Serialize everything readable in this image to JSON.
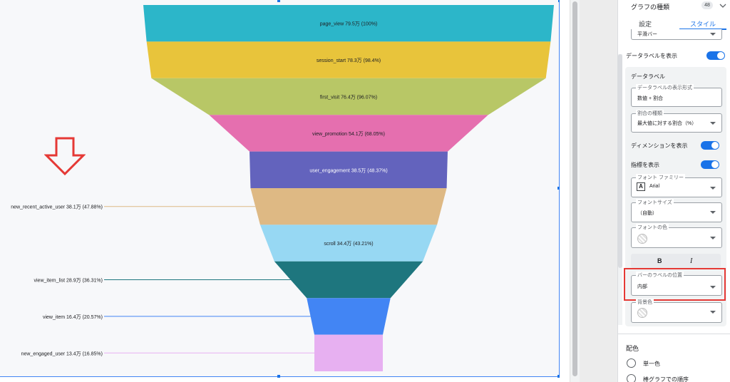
{
  "chart_data": {
    "type": "funnel",
    "steps": [
      {
        "name": "page_view",
        "value_label": "79.5万",
        "percent_label": "(100%)",
        "value": 795000,
        "percent": 100,
        "color": "#2cb6c9",
        "label_pos": "inside"
      },
      {
        "name": "session_start",
        "value_label": "78.3万",
        "percent_label": "(98.4%)",
        "value": 783000,
        "percent": 98.4,
        "color": "#e8c43b",
        "label_pos": "inside"
      },
      {
        "name": "first_visit",
        "value_label": "76.4万",
        "percent_label": "(96.07%)",
        "value": 764000,
        "percent": 96.07,
        "color": "#b8c766",
        "label_pos": "inside"
      },
      {
        "name": "view_promotion",
        "value_label": "54.1万",
        "percent_label": "(68.05%)",
        "value": 541000,
        "percent": 68.05,
        "color": "#e56faf",
        "label_pos": "inside"
      },
      {
        "name": "user_engagement",
        "value_label": "38.5万",
        "percent_label": "(48.37%)",
        "value": 385000,
        "percent": 48.37,
        "color": "#6363bd",
        "label_pos": "inside"
      },
      {
        "name": "new_recent_active_user",
        "value_label": "38.1万",
        "percent_label": "(47.88%)",
        "value": 381000,
        "percent": 47.88,
        "color": "#deb984",
        "label_pos": "outside"
      },
      {
        "name": "scroll",
        "value_label": "34.4万",
        "percent_label": "(43.21%)",
        "value": 344000,
        "percent": 43.21,
        "color": "#97d8f3",
        "label_pos": "inside"
      },
      {
        "name": "view_item_list",
        "value_label": "28.9万",
        "percent_label": "(36.31%)",
        "value": 289000,
        "percent": 36.31,
        "color": "#1e767e",
        "label_pos": "outside"
      },
      {
        "name": "view_item",
        "value_label": "16.4万",
        "percent_label": "(20.57%)",
        "value": 164000,
        "percent": 20.57,
        "color": "#4285f4",
        "label_pos": "outside"
      },
      {
        "name": "new_engaged_user",
        "value_label": "13.4万",
        "percent_label": "(16.85%)",
        "value": 134000,
        "percent": 16.85,
        "color": "#e7b0f1",
        "label_pos": "outside"
      }
    ]
  },
  "annotations": {
    "arrow_color": "#e53935",
    "highlight_color": "#e53935"
  },
  "panel": {
    "header_title": "グラフの種類",
    "header_badge": "48",
    "tab_setup": "設定",
    "tab_style": "スタイル",
    "top_select_value": "平滑バー",
    "show_data_labels": "データラベルを表示",
    "data_labels_section": "データラベル",
    "label_format_label": "データラベルの表示形式",
    "label_format_value": "数値 + 割合",
    "ratio_type_label": "割合の種類",
    "ratio_type_value": "最大値に対する割合（%）",
    "show_dimension": "ディメンションを表示",
    "show_metric": "指標を表示",
    "font_family_label": "フォント ファミリー",
    "font_family_value": "Arial",
    "font_size_label": "フォントサイズ",
    "font_size_value": "（自動）",
    "font_color_label": "フォントの色",
    "bold": "B",
    "italic": "I",
    "bar_label_position_label": "バーのラベルの位置",
    "bar_label_position_value": "内部",
    "background_color_label": "背景色",
    "color_scheme_title": "配色",
    "option_single_color": "単一色",
    "option_bar_order": "棒グラフでの順序"
  }
}
